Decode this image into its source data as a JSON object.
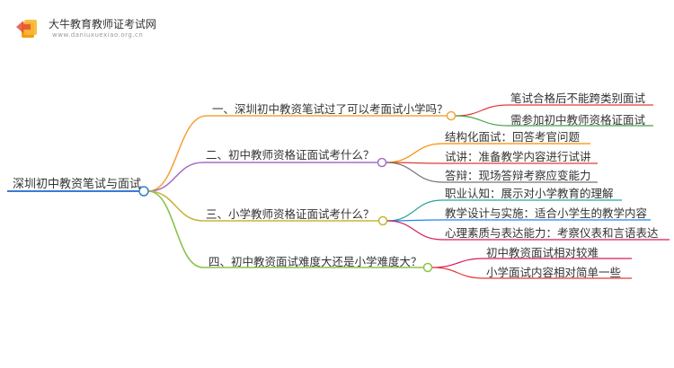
{
  "header": {
    "site_name": "大牛教育教师证考试网",
    "site_url": "www.daniuxuexiao.org.cn"
  },
  "colors": {
    "root": "#3a7bd5",
    "branch1": "#f5a33c",
    "branch2": "#a66fc6",
    "branch3": "#c5b53a",
    "branch4": "#8bc34a",
    "leaf_red": "#e53935",
    "leaf_green": "#43a047",
    "leaf_orange": "#fb8c00",
    "leaf_gray": "#757575",
    "leaf_teal": "#26a69a",
    "leaf_blue": "#1e88e5",
    "leaf_magenta": "#d81b60"
  },
  "mindmap": {
    "root": "深圳初中教资笔试与面试",
    "branches": [
      {
        "label": "一、深圳初中教资笔试过了可以考面试小学吗？",
        "leaves": [
          "笔试合格后不能跨类别面试",
          "需参加初中教师资格证面试"
        ]
      },
      {
        "label": "二、初中教师资格证面试考什么？",
        "leaves": [
          "结构化面试：回答考官问题",
          "试讲：准备教学内容进行试讲",
          "答辩：现场答辩考察应变能力"
        ]
      },
      {
        "label": "三、小学教师资格证面试考什么？",
        "leaves": [
          "职业认知：展示对小学教育的理解",
          "教学设计与实施：适合小学生的教学内容",
          "心理素质与表达能力：考察仪表和言语表达"
        ]
      },
      {
        "label": "四、初中教资面试难度大还是小学难度大？",
        "leaves": [
          "初中教资面试相对较难",
          "小学面试内容相对简单一些"
        ]
      }
    ]
  }
}
